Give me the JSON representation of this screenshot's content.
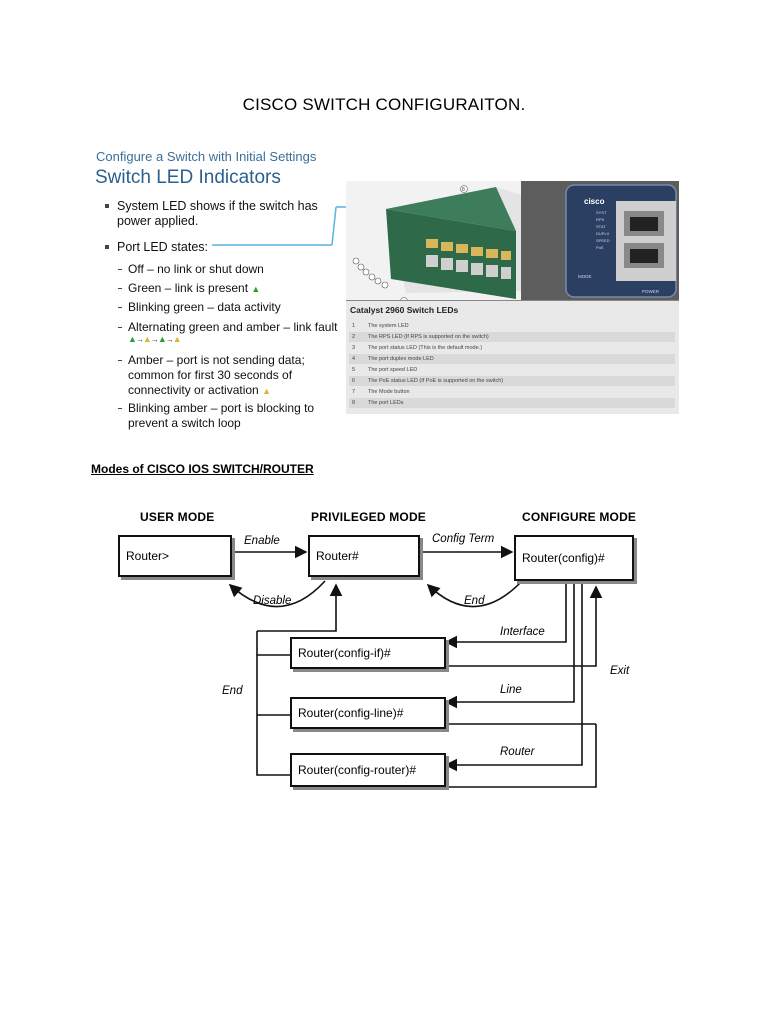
{
  "document": {
    "title": "CISCO SWITCH CONFIGURAITON."
  },
  "slide": {
    "subtitle": "Configure a Switch with Initial Settings",
    "heading": "Switch LED Indicators",
    "bullets": [
      "System LED shows if the switch has power applied.",
      "Port LED states:"
    ],
    "states": [
      "Off – no link or shut down",
      "Green – link is present",
      "Blinking green – data activity",
      "Alternating green and amber – link fault",
      "Amber – port is not sending data; common for first 30 seconds of connectivity or activation",
      "Blinking amber – port is blocking to prevent a switch loop"
    ],
    "state_lines": {
      "amber_1": "Amber – port is not sending data;",
      "amber_2": "common for first 30 seconds of",
      "amber_3": "connectivity or activation",
      "blink_amber_1": "Blinking amber – port is blocking to",
      "blink_amber_2": "prevent a switch loop",
      "system_1": "System LED shows if the switch has",
      "system_2": "power applied."
    },
    "photo": {
      "brand": "cisco",
      "led_labels": [
        "SYST",
        "RPS",
        "STAT",
        "DUPLX",
        "SPEED",
        "PoE"
      ],
      "mode_label": "MODE",
      "power_label": "POWER",
      "callout_top": "8"
    },
    "legend": {
      "title": "Catalyst 2960 Switch LEDs",
      "rows": [
        {
          "num": "1",
          "text": "The system LED"
        },
        {
          "num": "2",
          "text": "The RPS LED (If RPS is supported on the switch)"
        },
        {
          "num": "3",
          "text": "The port status LED (This is the default mode.)"
        },
        {
          "num": "4",
          "text": "The port duplex mode LED"
        },
        {
          "num": "5",
          "text": "The port speed LED"
        },
        {
          "num": "6",
          "text": "The PoE status LED (If PoE is supported on the switch)"
        },
        {
          "num": "7",
          "text": "The Mode button"
        },
        {
          "num": "8",
          "text": "The port LEDs"
        }
      ]
    }
  },
  "modes": {
    "heading": "Modes of CISCO IOS SWITCH/ROUTER",
    "titles": {
      "user": "USER MODE",
      "privileged": "PRIVILEGED MODE",
      "configure": "CONFIGURE MODE"
    },
    "boxes": {
      "user": "Router>",
      "privileged": "Router#",
      "configure": "Router(config)#",
      "config_if": "Router(config-if)#",
      "config_line": "Router(config-line)#",
      "config_router": "Router(config-router)#"
    },
    "labels": {
      "enable": "Enable",
      "disable": "Disable",
      "config_term": "Config Term",
      "end_top": "End",
      "end_left": "End",
      "interface": "Interface",
      "line": "Line",
      "router": "Router",
      "exit": "Exit"
    }
  }
}
